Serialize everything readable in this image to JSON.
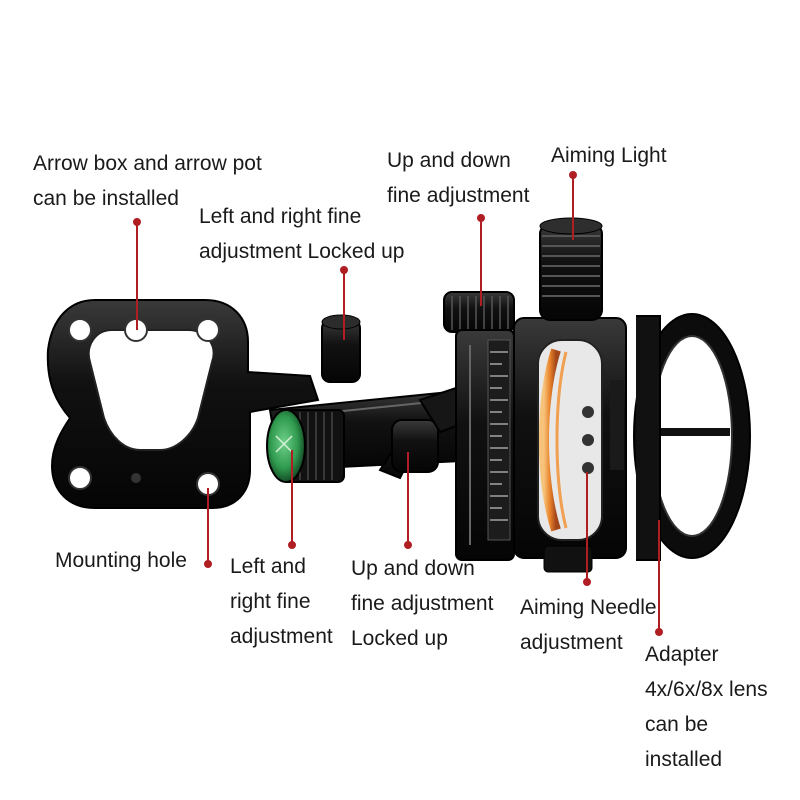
{
  "colors": {
    "leader": "#b01e23",
    "metal": "#0e0e0e",
    "metal_mid": "#2a2a2a",
    "highlight": "#8a8a8a",
    "fiber": "#e8822a",
    "pin_green": "#2f9a4e",
    "background": "#ffffff"
  },
  "labels": [
    {
      "id": "arrow-box",
      "lines": [
        "Arrow box and arrow pot",
        "can be installed"
      ]
    },
    {
      "id": "lr-locked",
      "lines": [
        "Left and right fine",
        "adjustment Locked up"
      ]
    },
    {
      "id": "ud-fine",
      "lines": [
        "Up and down",
        "fine adjustment"
      ]
    },
    {
      "id": "aiming-light",
      "lines": [
        "Aiming Light"
      ]
    },
    {
      "id": "mounting-hole",
      "lines": [
        "Mounting hole"
      ]
    },
    {
      "id": "lr-fine",
      "lines": [
        "Left and",
        "right fine",
        "adjustment"
      ]
    },
    {
      "id": "ud-locked",
      "lines": [
        "Up and down",
        "fine adjustment",
        "Locked up"
      ]
    },
    {
      "id": "needle",
      "lines": [
        "Aiming Needle",
        "adjustment"
      ]
    },
    {
      "id": "adapter",
      "lines": [
        "Adapter",
        "4x/6x/8x lens",
        "can be",
        "installed"
      ]
    }
  ]
}
